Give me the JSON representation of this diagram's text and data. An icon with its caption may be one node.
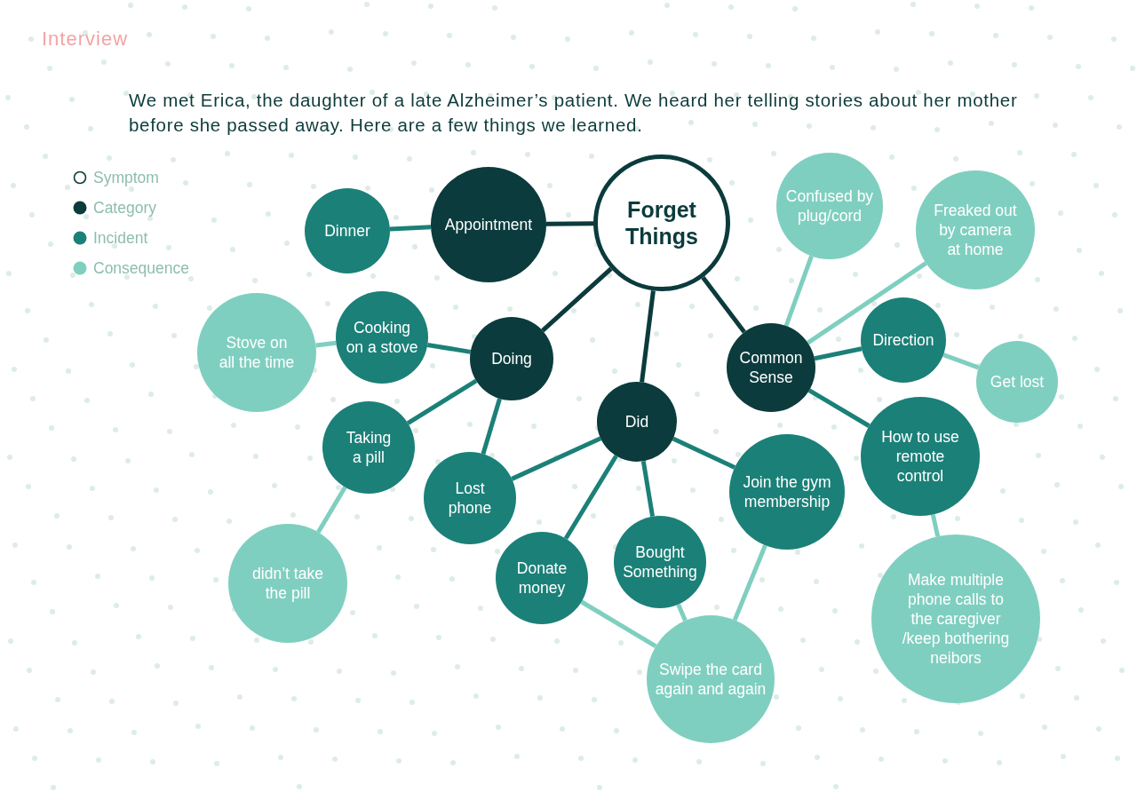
{
  "diagram": {
    "title": "Interview",
    "nodes": [
      {
        "text": [
          "Forget Things"
        ]
      },
      {
        "text": [
          "Appointment"
        ]
      },
      {
        "text": [
          "Dinner"
        ]
      },
      {
        "text": [
          "Doing"
        ]
      },
      {
        "text": [
          "Cooking on a stove"
        ]
      },
      {
        "text": [
          "Stove on all the time"
        ]
      },
      {
        "text": [
          "Taking a pill"
        ]
      },
      {
        "text": [
          "didn’t take the pill"
        ]
      },
      {
        "text": [
          "Lost phone"
        ]
      },
      {
        "text": [
          "Did"
        ]
      },
      {
        "text": [
          "Donate money"
        ]
      },
      {
        "text": [
          "Bought Something"
        ]
      },
      {
        "text": [
          "Join the gym membership"
        ]
      },
      {
        "text": [
          "Swipe the card again and again"
        ]
      },
      {
        "text": [
          "Common Sense"
        ]
      },
      {
        "text": [
          "Confused by plug/cord"
        ]
      },
      {
        "text": [
          "Freaked out by camera at home"
        ]
      },
      {
        "text": [
          "Direction"
        ]
      },
      {
        "text": [
          "Get lost"
        ]
      },
      {
        "text": [
          "How to use remote control"
        ]
      },
      {
        "text": [
          "Make multiple phone calls to the caregiver /keep bothering neibors"
        ]
      }
    ],
    "edges": [
      {
        "from": 0,
        "to": 1,
        "arrow": "none",
        "color": "#0b3b3c"
      },
      {
        "from": 1,
        "to": 2,
        "arrow": "none"
      },
      {
        "from": 0,
        "to": 3,
        "arrow": "none",
        "color": "#0b3b3c"
      },
      {
        "from": 0,
        "to": 9,
        "arrow": "none",
        "color": "#0b3b3c"
      },
      {
        "from": 0,
        "to": 14,
        "arrow": "none",
        "color": "#0b3b3c"
      },
      {
        "from": 3,
        "to": 4,
        "arrow": "none"
      },
      {
        "from": 4,
        "to": 5,
        "arrow": "none",
        "color": "#7fcfc0"
      },
      {
        "from": 3,
        "to": 6,
        "arrow": "none"
      },
      {
        "from": 6,
        "to": 7,
        "arrow": "none",
        "color": "#7fcfc0"
      },
      {
        "from": 3,
        "to": 8,
        "arrow": "none"
      },
      {
        "from": 9,
        "to": 8,
        "arrow": "none"
      },
      {
        "from": 9,
        "to": 10,
        "arrow": "none"
      },
      {
        "from": 9,
        "to": 11,
        "arrow": "none"
      },
      {
        "from": 9,
        "to": 12,
        "arrow": "none"
      },
      {
        "from": 10,
        "to": 13,
        "arrow": "none",
        "color": "#7fcfc0"
      },
      {
        "from": 11,
        "to": 13,
        "arrow": "none",
        "color": "#7fcfc0"
      },
      {
        "from": 12,
        "to": 13,
        "arrow": "none",
        "color": "#7fcfc0"
      },
      {
        "from": 14,
        "to": 15,
        "arrow": "none",
        "color": "#7fcfc0"
      },
      {
        "from": 14,
        "to": 16,
        "arrow": "none",
        "color": "#7fcfc0"
      },
      {
        "from": 14,
        "to": 17,
        "arrow": "none"
      },
      {
        "from": 17,
        "to": 18,
        "arrow": "none",
        "color": "#7fcfc0"
      },
      {
        "from": 14,
        "to": 19,
        "arrow": "none"
      },
      {
        "from": 19,
        "to": 20,
        "arrow": "none",
        "color": "#7fcfc0"
      }
    ],
    "labels": [
      "We met Erica, the daughter of a late Alzheimer’s patient. We heard her telling stories about her mother before she passed away. Here are a few things we learned."
    ],
    "legend": [
      {
        "text": "Symptom"
      },
      {
        "text": "Category",
        "color": "#0b3b3c"
      },
      {
        "text": "Incident",
        "color": "#1b8078"
      },
      {
        "text": "Consequence",
        "color": "#7fcfc0"
      }
    ]
  }
}
